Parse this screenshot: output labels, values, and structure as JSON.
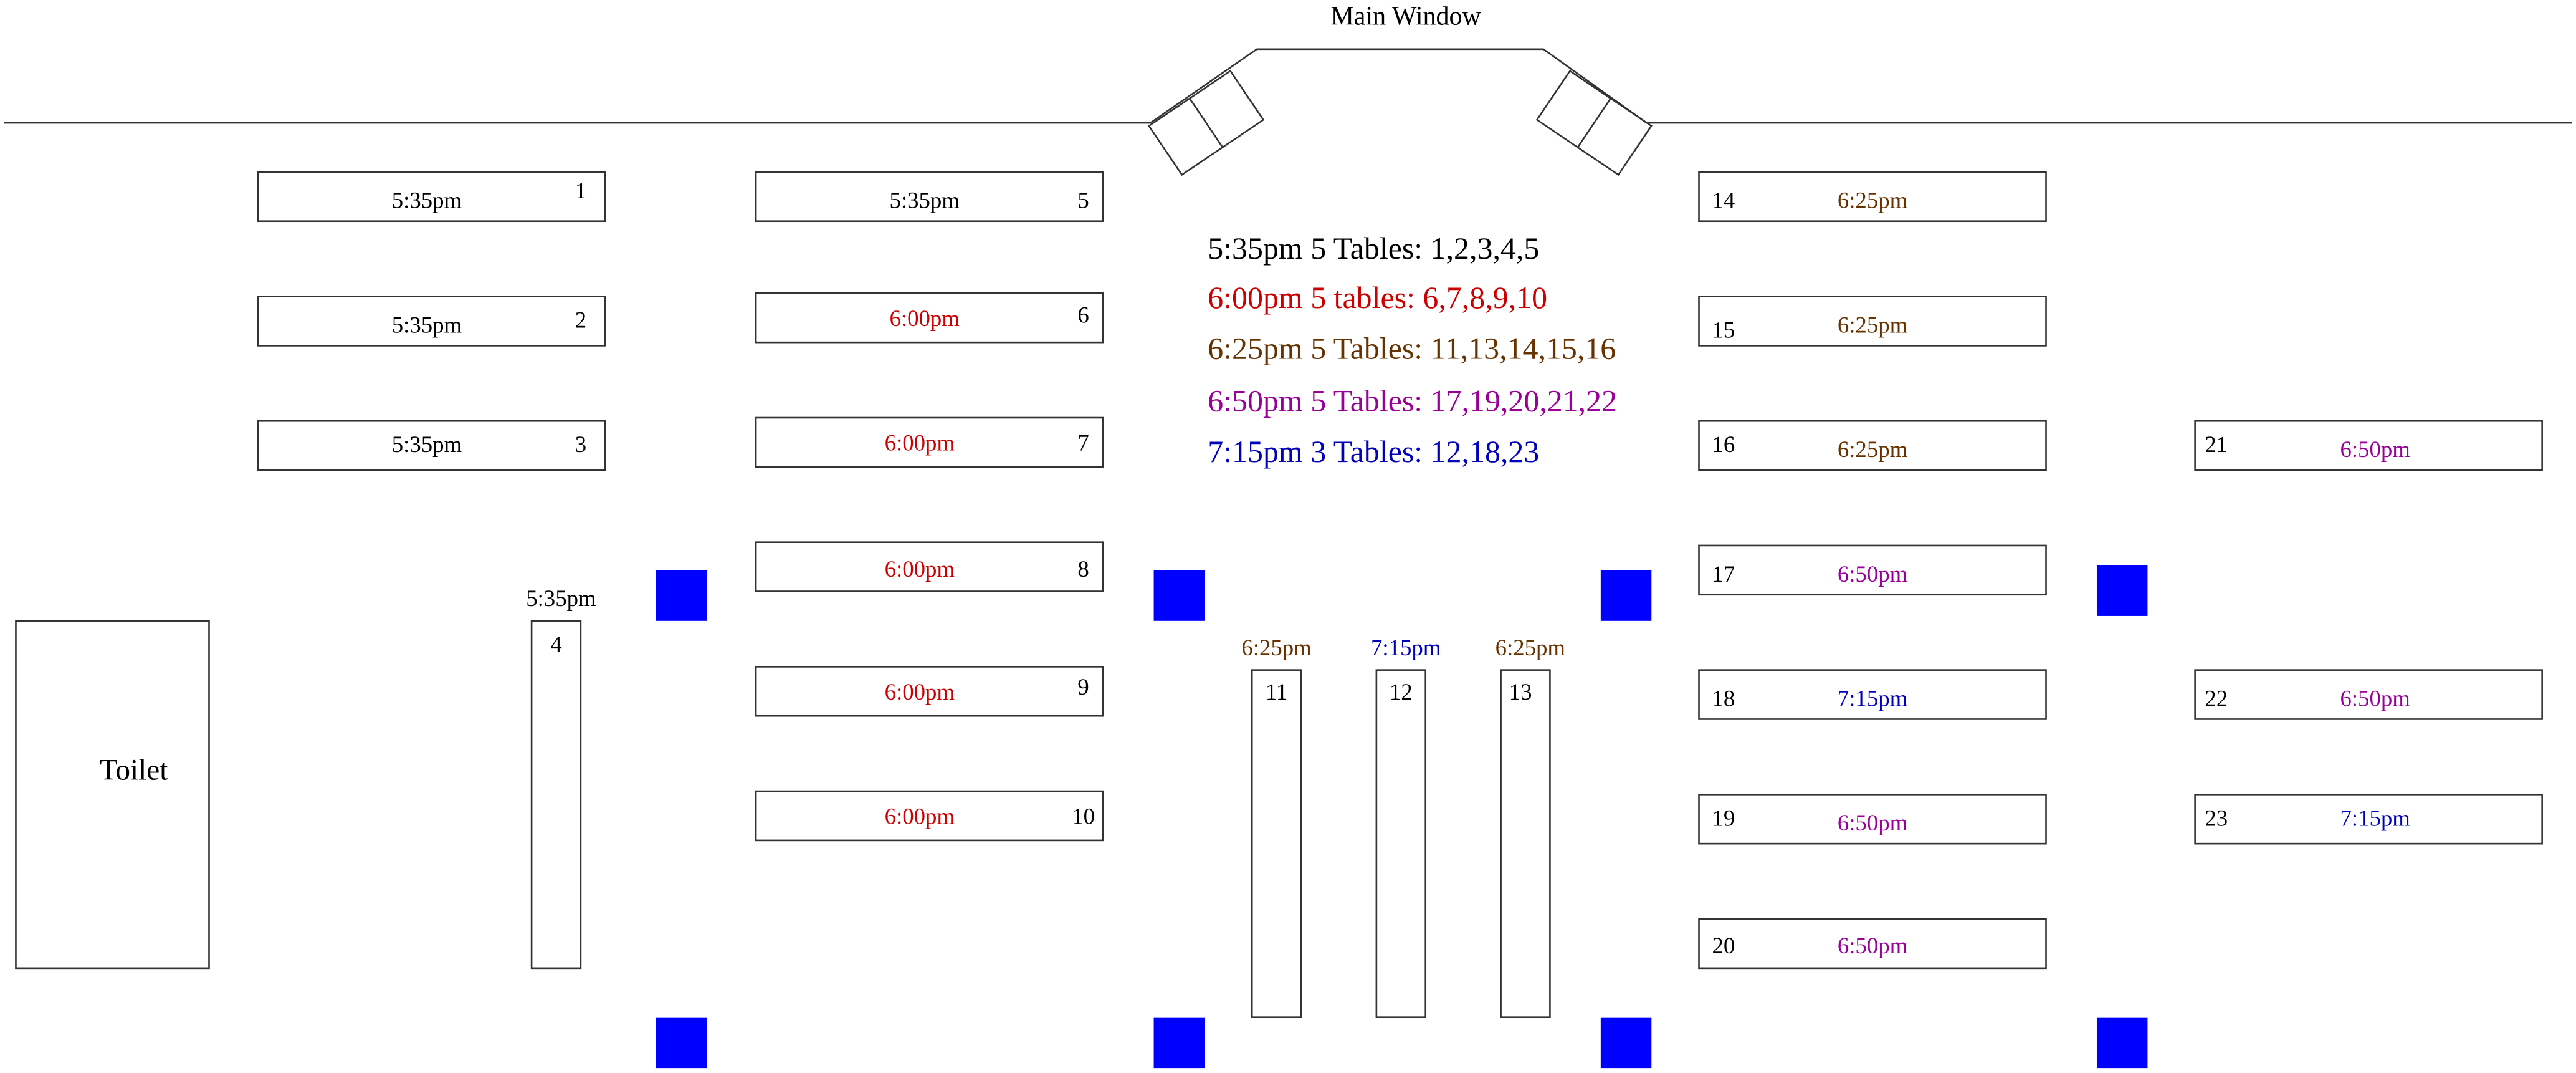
{
  "title": "Main Window",
  "toilet": {
    "label": "Toilet"
  },
  "colors": {
    "5:35pm": "#000000",
    "6:00pm": "#cc0000",
    "6:25pm": "#663300",
    "6:50pm": "#990099",
    "7:15pm": "#0000bb",
    "pillar": "#0000ff",
    "outline": "#333333"
  },
  "legend": [
    {
      "text": "5:35pm 5 Tables: 1,2,3,4,5",
      "slot": "5:35pm"
    },
    {
      "text": "6:00pm 5 tables: 6,7,8,9,10",
      "slot": "6:00pm"
    },
    {
      "text": "6:25pm 5 Tables: 11,13,14,15,16",
      "slot": "6:25pm"
    },
    {
      "text": "6:50pm 5 Tables: 17,19,20,21,22",
      "slot": "6:50pm"
    },
    {
      "text": "7:15pm 3 Tables: 12,18,23",
      "slot": "7:15pm"
    }
  ],
  "tables": [
    {
      "number": "1",
      "time": "5:35pm"
    },
    {
      "number": "2",
      "time": "5:35pm"
    },
    {
      "number": "3",
      "time": "5:35pm"
    },
    {
      "number": "4",
      "time": "5:35pm"
    },
    {
      "number": "5",
      "time": "5:35pm"
    },
    {
      "number": "6",
      "time": "6:00pm"
    },
    {
      "number": "7",
      "time": "6:00pm"
    },
    {
      "number": "8",
      "time": "6:00pm"
    },
    {
      "number": "9",
      "time": "6:00pm"
    },
    {
      "number": "10",
      "time": "6:00pm"
    },
    {
      "number": "11",
      "time": "6:25pm"
    },
    {
      "number": "12",
      "time": "7:15pm"
    },
    {
      "number": "13",
      "time": "6:25pm"
    },
    {
      "number": "14",
      "time": "6:25pm"
    },
    {
      "number": "15",
      "time": "6:25pm"
    },
    {
      "number": "16",
      "time": "6:25pm"
    },
    {
      "number": "17",
      "time": "6:50pm"
    },
    {
      "number": "18",
      "time": "7:15pm"
    },
    {
      "number": "19",
      "time": "6:50pm"
    },
    {
      "number": "20",
      "time": "6:50pm"
    },
    {
      "number": "21",
      "time": "6:50pm"
    },
    {
      "number": "22",
      "time": "6:50pm"
    },
    {
      "number": "23",
      "time": "7:15pm"
    }
  ]
}
